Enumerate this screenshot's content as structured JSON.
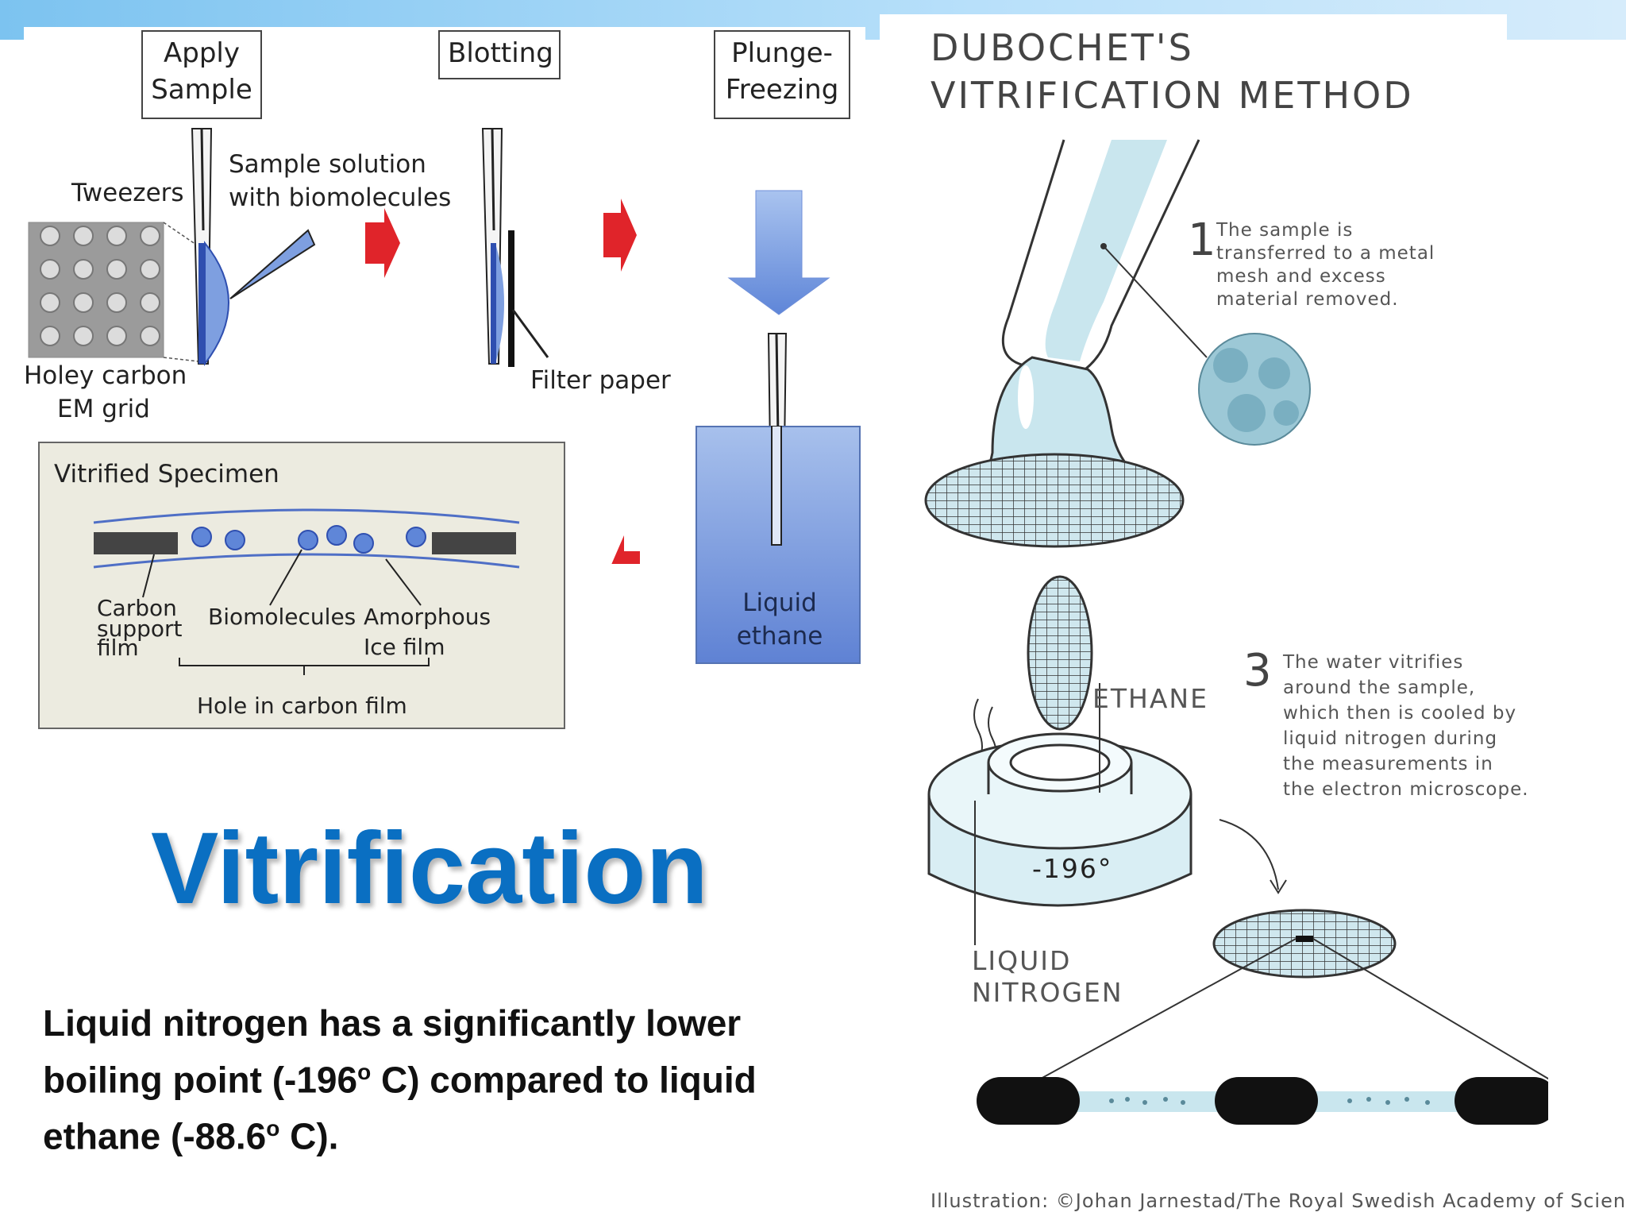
{
  "left_diagram": {
    "steps": [
      "Apply\nSample",
      "Blotting",
      "Plunge-\nFreezing"
    ],
    "step1_line1": "Apply",
    "step1_line2": "Sample",
    "step2": "Blotting",
    "step3_line1": "Plunge-",
    "step3_line2": "Freezing",
    "tweezers": "Tweezers",
    "sample_line1": "Sample solution",
    "sample_line2": "with biomolecules",
    "grid_line1": "Holey carbon",
    "grid_line2": "EM grid",
    "filter_paper": "Filter paper",
    "liquid_line1": "Liquid",
    "liquid_line2": "ethane",
    "specimen_title": "Vitrified Specimen",
    "carbon_line1": "Carbon",
    "carbon_line2": "support",
    "carbon_line3": "film",
    "biomolecules": "Biomolecules",
    "ice_line1": "Amorphous",
    "ice_line2": "Ice film",
    "hole": "Hole in carbon film",
    "colors": {
      "arrow_red": "#e0242a",
      "ethane_blue": "#6f8fd9",
      "sample_blue": "#7e9fe0"
    }
  },
  "title": "Vitrification",
  "caption_parts": {
    "l1": "Liquid nitrogen has a significantly lower",
    "l2a": "boiling point (-196",
    "l2sup": "o",
    "l2b": " C) compared to liquid",
    "l3a": "ethane (-88.6",
    "l3sup": "o",
    "l3b": " C)."
  },
  "right_diagram": {
    "title_line1": "DUBOCHET'S",
    "title_line2": "VITRIFICATION METHOD",
    "note1_num": "1",
    "note1_lines": [
      "The sample is",
      "transferred to a metal",
      "mesh and excess",
      "material removed."
    ],
    "note3_num": "3",
    "note3_lines": [
      "The water vitrifies",
      "around the sample,",
      "which then is cooled by",
      "liquid nitrogen during",
      "the measurements in",
      "the electron microscope."
    ],
    "ethane": "ETHANE",
    "temp": "-196°",
    "ln_line1": "LIQUID",
    "ln_line2": "NITROGEN",
    "credit": "Illustration: ©Johan Jarnestad/The Royal Swedish Academy of Sciences",
    "colors": {
      "ice_blue": "#c9e6ee",
      "outline": "#333333"
    }
  }
}
